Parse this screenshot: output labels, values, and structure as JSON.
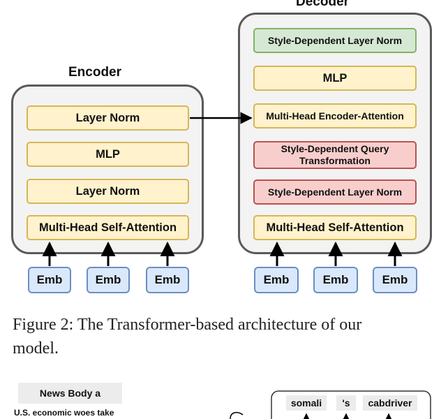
{
  "encoder": {
    "title": "Encoder",
    "blocks": [
      "Layer Norm",
      "MLP",
      "Layer Norm",
      "Multi-Head Self-Attention"
    ],
    "embeddings": [
      "Emb",
      "Emb",
      "Emb"
    ]
  },
  "decoder": {
    "title": "Decoder",
    "blocks": [
      "Style-Dependent Layer Norm",
      "MLP",
      "Multi-Head Encoder-Attention",
      "Style-Dependent Query Transformation",
      "Style-Dependent Layer Norm",
      "Multi-Head Self-Attention"
    ],
    "embeddings": [
      "Emb",
      "Emb",
      "Emb"
    ]
  },
  "caption": {
    "line1": "Figure 2:  The Transformer-based architecture of our",
    "line2": "model."
  },
  "next_figure": {
    "box_title": "News Body a",
    "text": "U.S. economic woes take",
    "tokens": [
      "somali",
      "'s",
      "cabdriver"
    ]
  },
  "colors": {
    "block_fill": "#fff2cc",
    "block_border": "#d6b656",
    "style_fill": "#f8cecc",
    "style_border": "#b85450",
    "output_fill": "#d5e8d4",
    "output_border": "#82b366",
    "emb_fill": "#dae8fc",
    "emb_border": "#6c8ebf"
  }
}
